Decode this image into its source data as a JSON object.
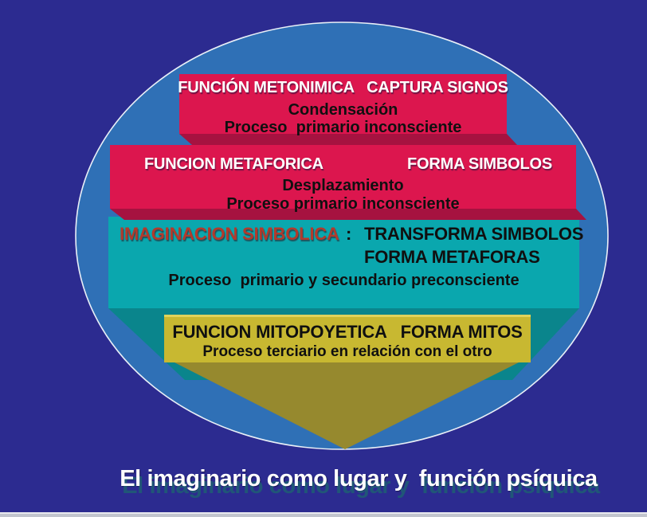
{
  "colors": {
    "background": "#2C2B90",
    "ellipse_fill": "#2F70B6",
    "ellipse_border": "#E9EFF7",
    "crimson": "#DC164E",
    "crimson_dark": "#A61240",
    "teal": "#0AA7AE",
    "teal_dark": "#0A858C",
    "yellow": "#C8B831",
    "yellow_highlight": "#DFD35C",
    "olive": "#96892E",
    "accent_text": "#B23A2C",
    "bottom_strip_light": "#E9EAEF",
    "bottom_strip": "#C2C5CE",
    "title_shadow": "#1E5E73"
  },
  "banners": [
    {
      "id": "metonimica",
      "title": "FUNCIÓN METONIMICA   CAPTURA SIGNOS",
      "line2": "Condensación",
      "line3": "Proceso  primario inconsciente"
    },
    {
      "id": "metaforica",
      "title_left": "FUNCION METAFORICA",
      "title_right": "FORMA SIMBOLOS",
      "line2": "Desplazamiento",
      "line3": "Proceso primario inconsciente"
    },
    {
      "id": "simbolica",
      "label": "IMAGINACION SIMBOLICA",
      "colon": ":",
      "line1_right": "TRANSFORMA SIMBOLOS",
      "line2_right": "FORMA METAFORAS",
      "line3": "Proceso  primario y secundario preconsciente"
    },
    {
      "id": "mitopoyetica",
      "title": "FUNCION MITOPOYETICA   FORMA MITOS",
      "line2": "Proceso terciario en relación con el otro"
    }
  ],
  "footer": {
    "title": "El imaginario como lugar y  función psíquica"
  }
}
